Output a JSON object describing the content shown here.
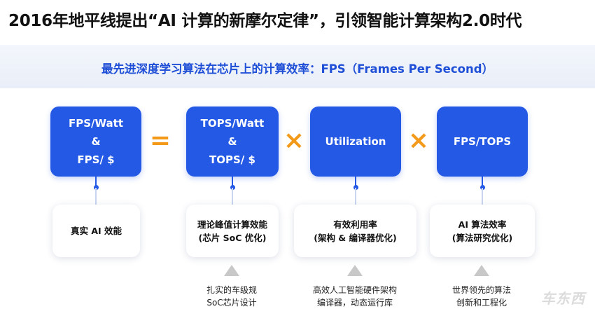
{
  "title": "2016年地平线提出“AI 计算的新摩尔定律”，引领智能计算架构2.0时代",
  "subtitle": "最先进深度学习算法在芯片上的计算效率：FPS（Frames Per Second）",
  "formula": {
    "operators": [
      "=",
      "×",
      "×"
    ],
    "blocks": [
      {
        "line1": "FPS/Watt",
        "line2": "&",
        "line3": "FPS/ $"
      },
      {
        "line1": "TOPS/Watt",
        "line2": "&",
        "line3": "TOPS/ $"
      },
      {
        "line1": "Utilization"
      },
      {
        "line1": "FPS/TOPS"
      }
    ]
  },
  "cards": [
    {
      "line1": "真实 AI 效能"
    },
    {
      "line1": "理论峰值计算效能",
      "line2": "(芯片 SoC 优化)"
    },
    {
      "line1": "有效利用率",
      "line2": "(架构 & 编译器优化)"
    },
    {
      "line1": "AI 算法效率",
      "line2": "(算法研究优化)"
    }
  ],
  "notes": [
    {
      "line1": "扎实的车级规",
      "line2": "SoC芯片设计"
    },
    {
      "line1": "高效人工智能硬件架构",
      "line2": "编译器，动态运行库"
    },
    {
      "line1": "世界领先的算法",
      "line2": "创新和工程化"
    }
  ],
  "watermark": "车东西",
  "colors": {
    "primary_blue": "#2459e6",
    "operator_orange": "#f39a1a",
    "subtitle_blue": "#1f4fd6"
  }
}
